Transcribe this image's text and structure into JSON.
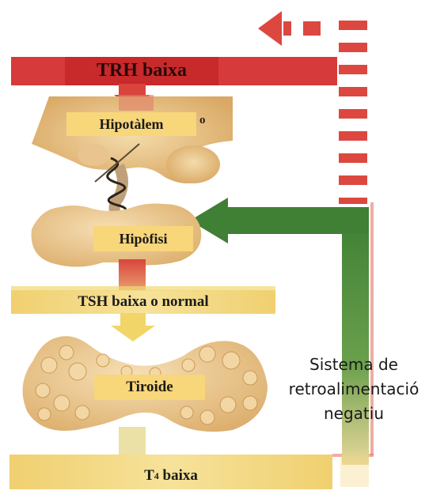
{
  "labels": {
    "trh": "TRH baixa",
    "hypothalamus": "Hipotàlem",
    "pituitary": "Hipòfisi",
    "tsh": "TSH baixa o normal",
    "thyroid": "Tiroide",
    "t4_prefix": "T",
    "t4_sub": "4",
    "t4_suffix": " baixa"
  },
  "feedback": {
    "line1": "Sistema de",
    "line2": "retroalimentació",
    "line3": "negatiu"
  },
  "colors": {
    "trh_bar": "#d63a3a",
    "red_arrow": "#d9443c",
    "yellow_band": "#f3d77f",
    "yellow_arrow": "#f1d569",
    "label_fill": "#f8d67a",
    "green_feedback": "#4e8c3c",
    "red_dashes": "#dc4840",
    "organ_tan": "#e8c48a",
    "thyroid_fill": "#e9c98f"
  }
}
